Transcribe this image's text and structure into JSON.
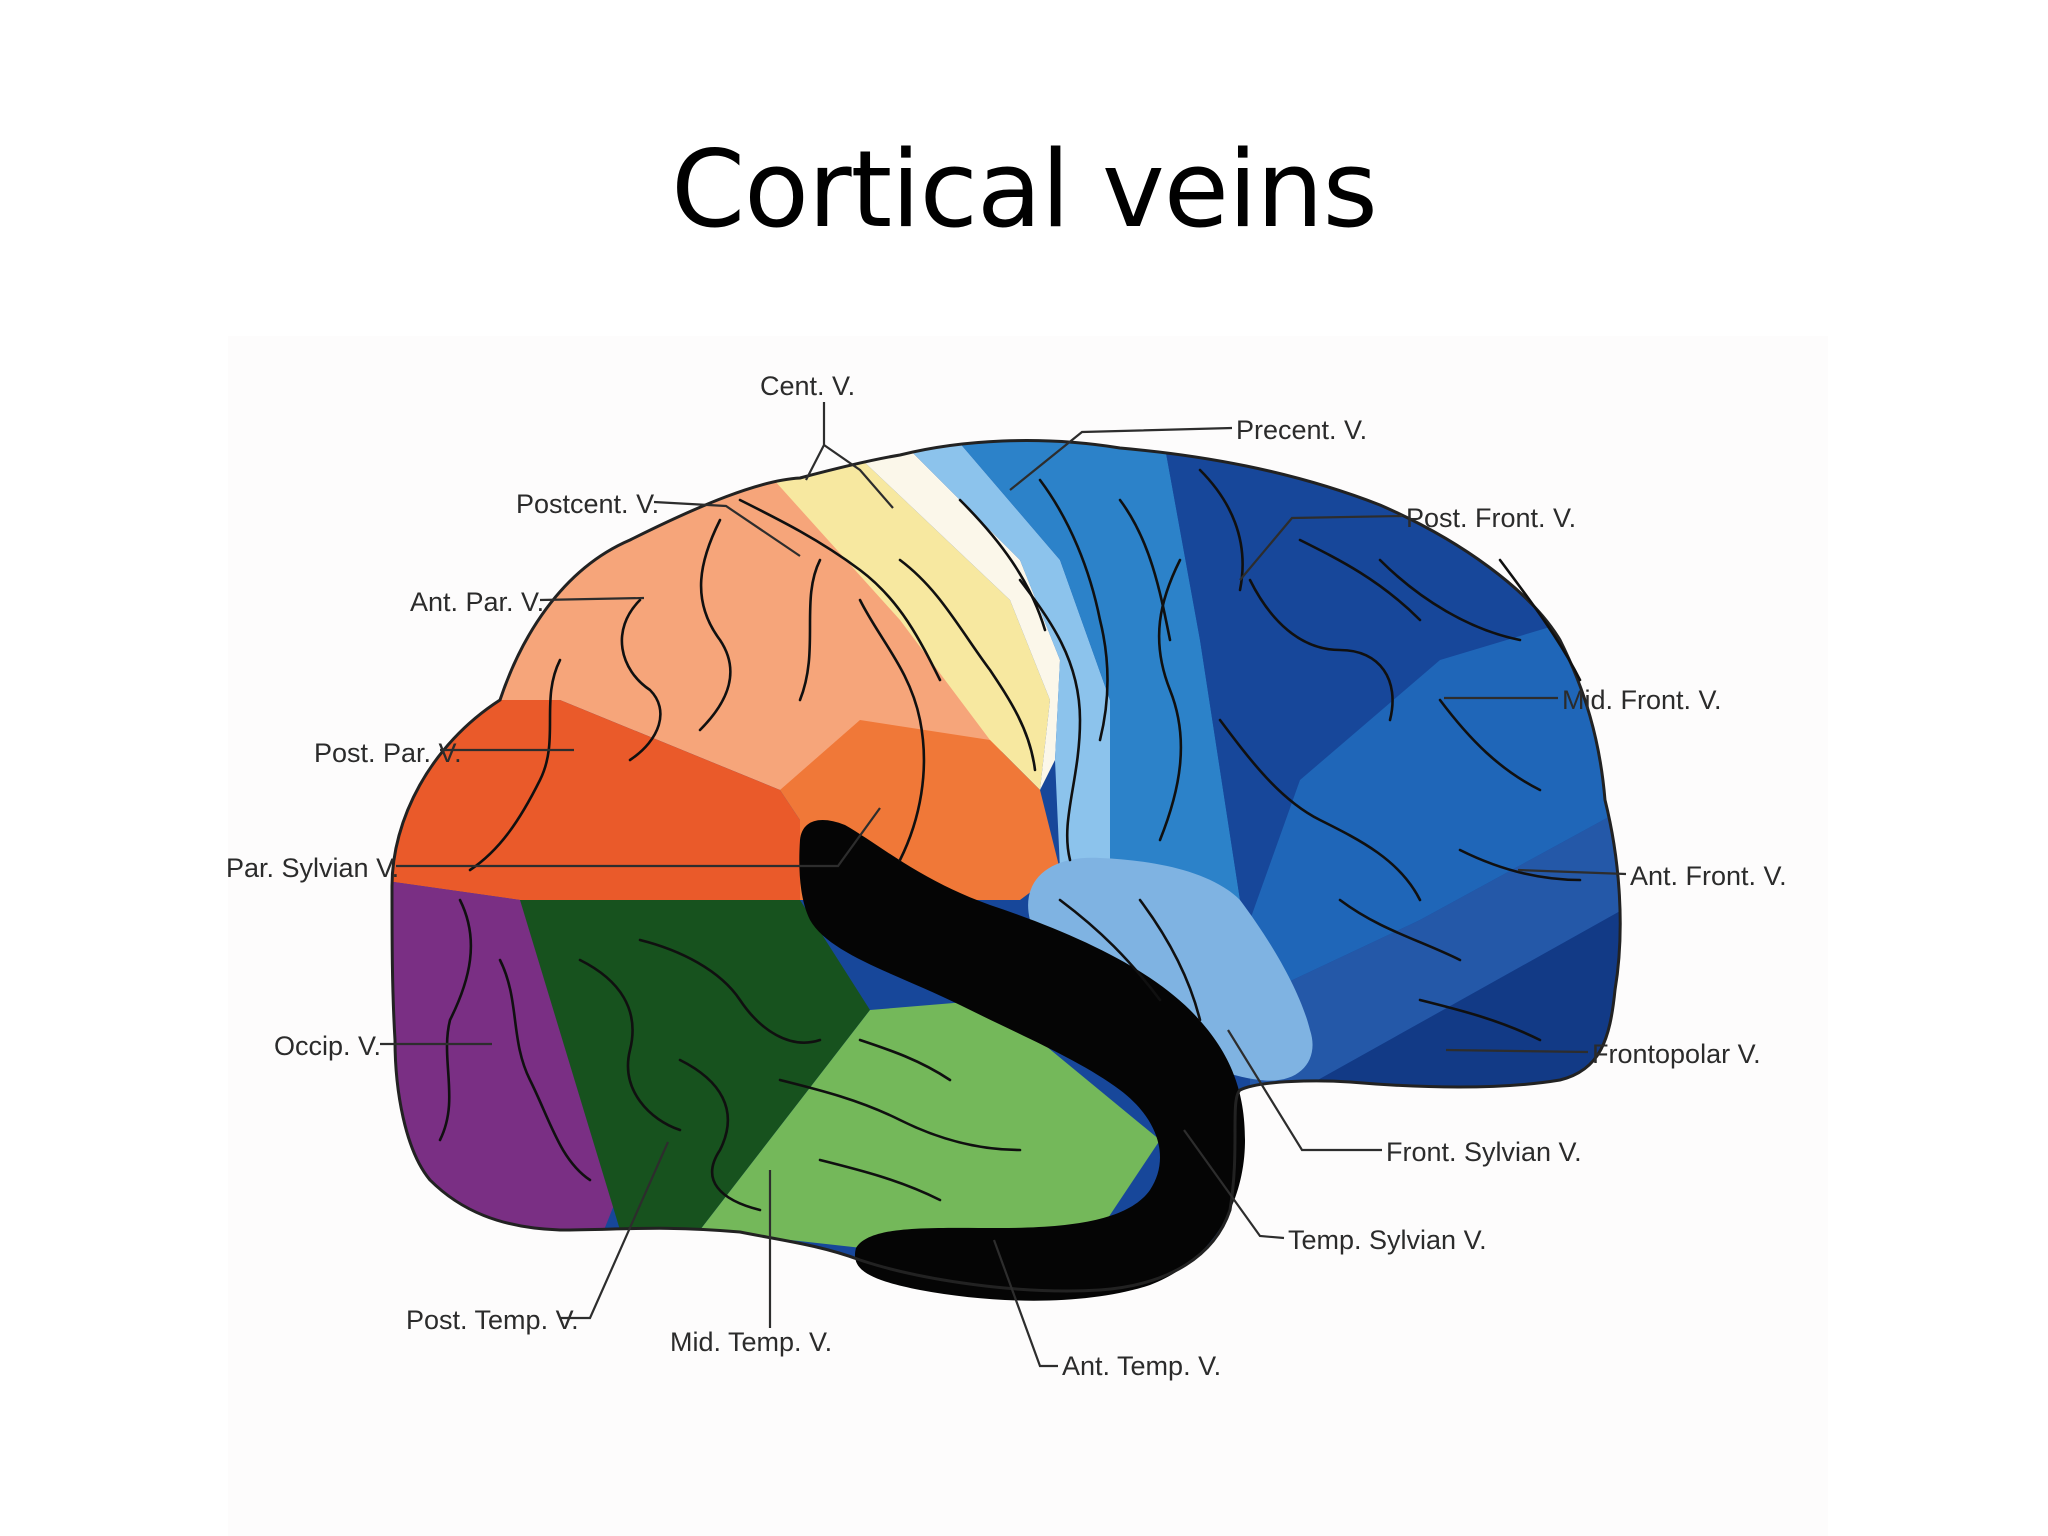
{
  "slide": {
    "title": "Cortical veins"
  },
  "diagram": {
    "region_colors": {
      "postcentral": "#f7e8a0",
      "central": "#fbf7ea",
      "precentral_light": "#8cc3ec",
      "precentral": "#2c82c9",
      "posterior_frontal": "#17479a",
      "middle_frontal": "#1f66b8",
      "anterior_frontal": "#2458a8",
      "frontopolar": "#123a86",
      "frontal_sylvian": "#7fb3e2",
      "anterior_parietal": "#f6a57a",
      "posterior_parietal": "#ea5a2a",
      "parietal_sylvian": "#f07838",
      "occipital": "#7a2f84",
      "posterior_temporal": "#17521e",
      "middle_temporal": "#74b85a",
      "sylvian_black": "#050505"
    },
    "labels": {
      "cent": "Cent. V.",
      "precent": "Precent. V.",
      "postcent": "Postcent. V.",
      "post_front": "Post. Front. V.",
      "ant_par": "Ant. Par. V.",
      "mid_front": "Mid. Front. V.",
      "post_par": "Post. Par. V.",
      "par_sylvian": "Par. Sylvian V.",
      "ant_front": "Ant. Front. V.",
      "occip": "Occip. V.",
      "frontopolar": "Frontopolar V.",
      "front_sylvian": "Front. Sylvian V.",
      "temp_sylvian": "Temp. Sylvian V.",
      "post_temp": "Post. Temp. V.",
      "mid_temp": "Mid. Temp. V.",
      "ant_temp": "Ant. Temp. V."
    }
  }
}
